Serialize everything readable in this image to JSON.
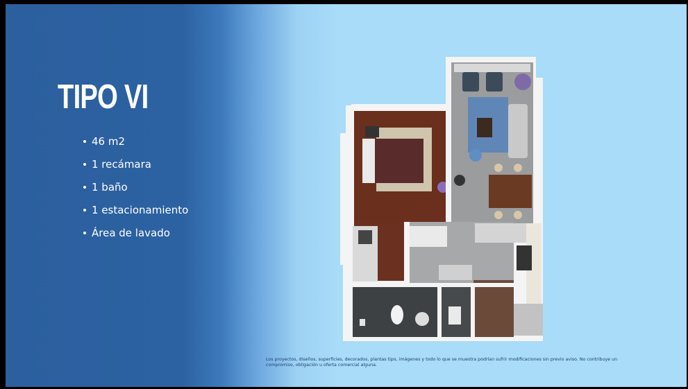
{
  "slide": {
    "title": "TIPO VI",
    "features": [
      "46 m2",
      "1 recámara",
      "1 baño",
      "1 estacionamiento",
      "Área de lavado"
    ],
    "disclaimer": "Los proyectos, diseños, superficies, decorados, plantas tipo, imágenes y todo lo que se muestra podrían sufrir modificaciones sin previo aviso. No contribuye un compromiso, obligación u oferta comercial alguna."
  },
  "colors": {
    "dark_blue": "#2d62a2",
    "light_blue": "#a8dcf8",
    "text": "#ffffff"
  },
  "floorplan": {
    "icon": "floorplan-illustration"
  }
}
